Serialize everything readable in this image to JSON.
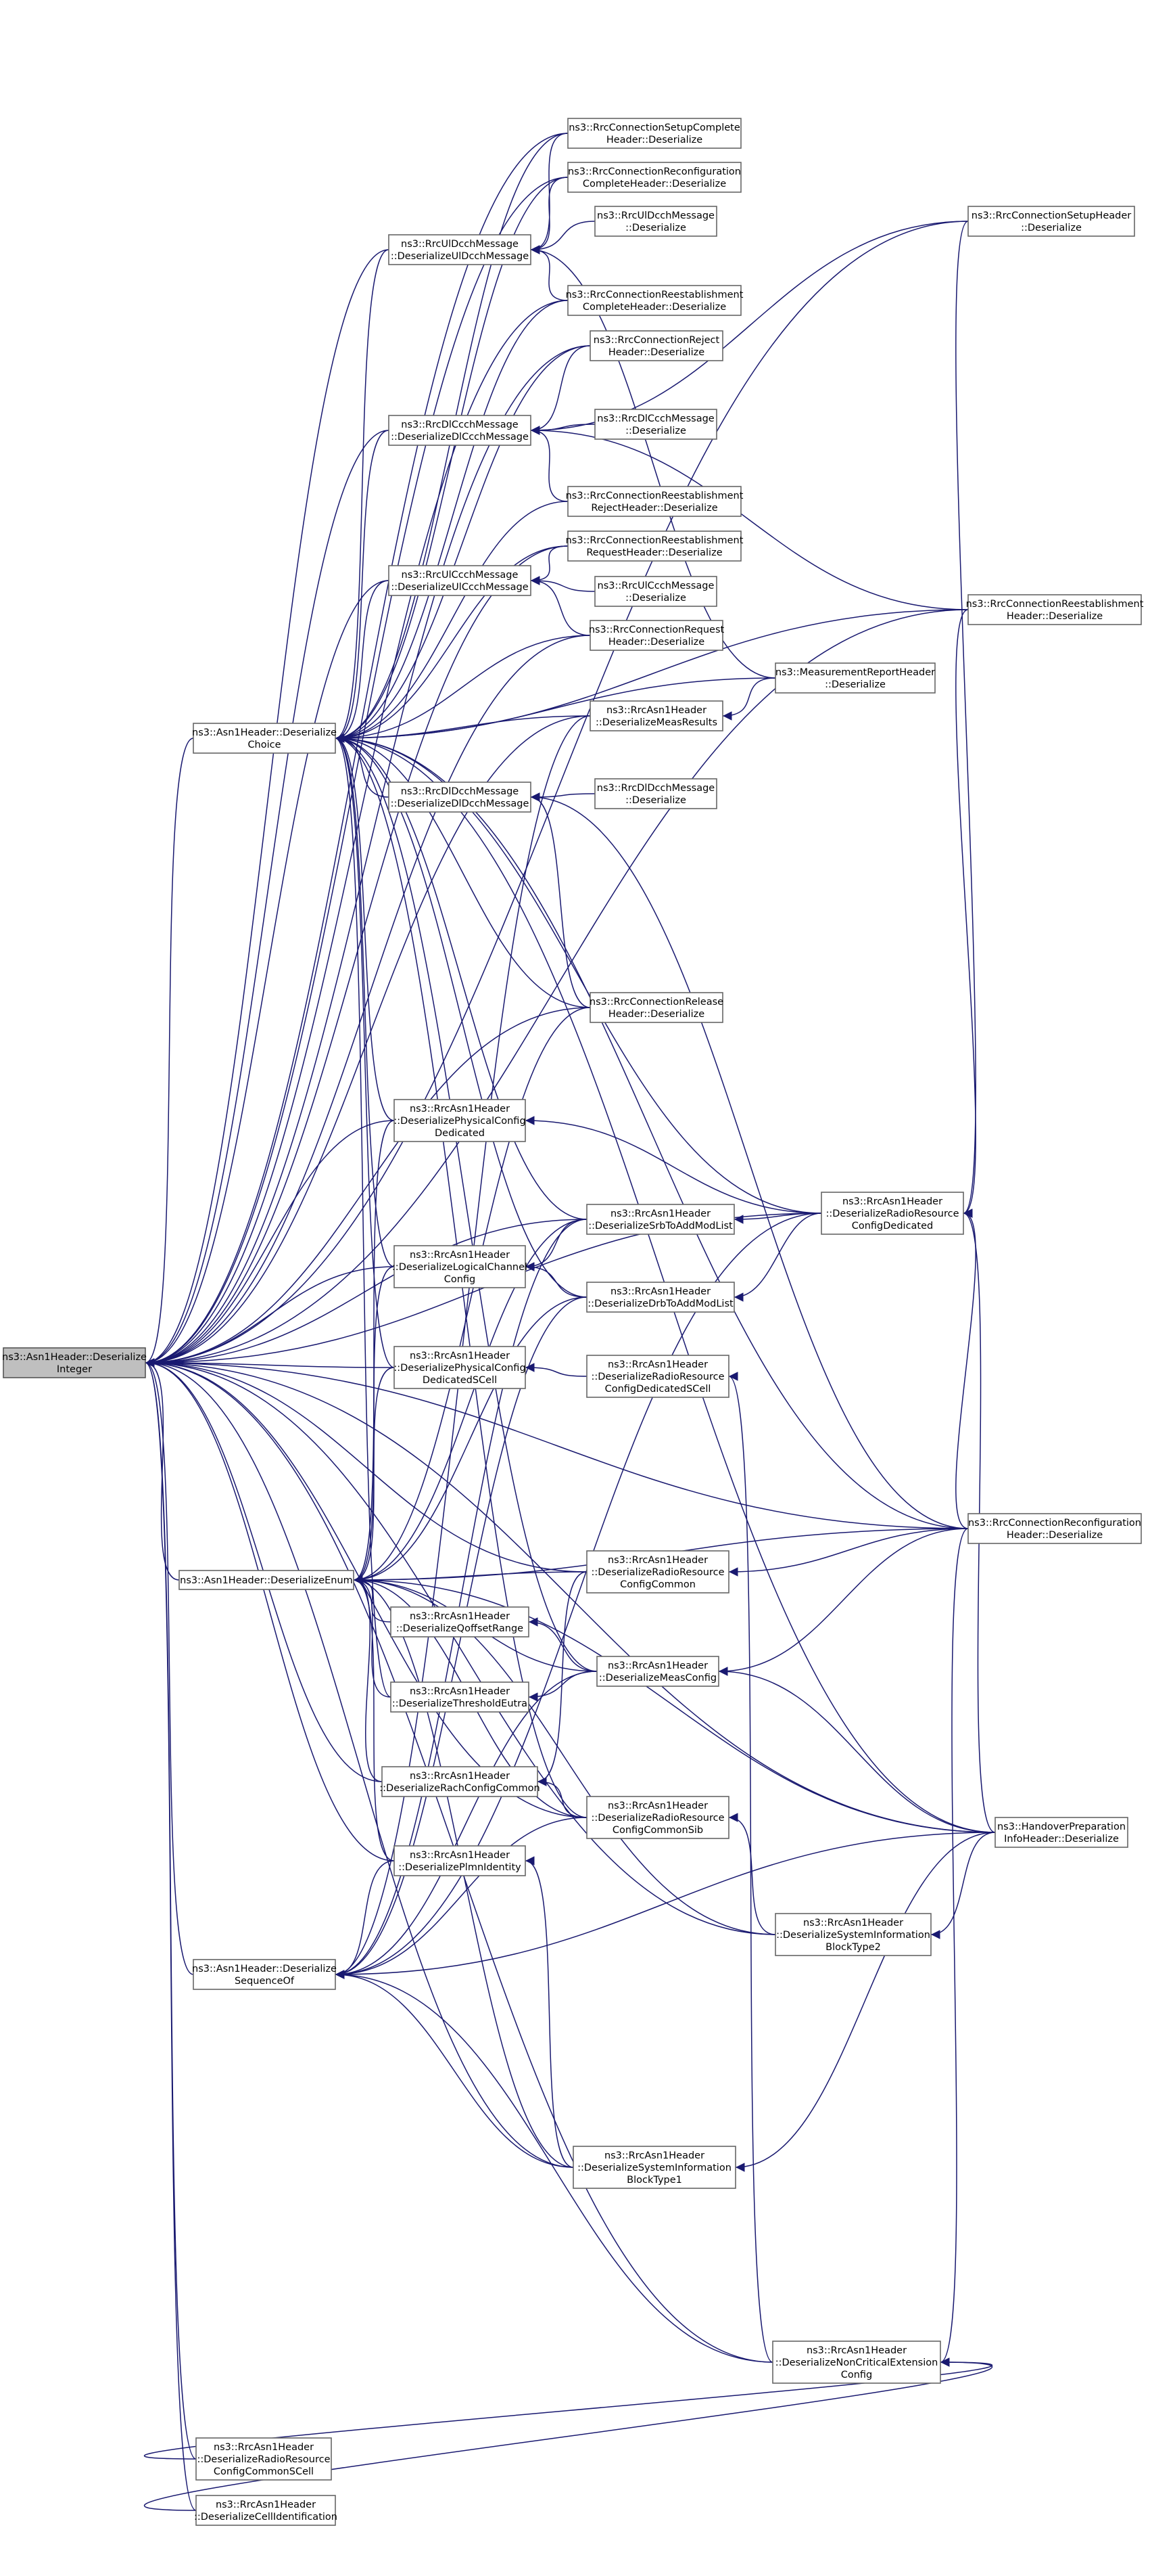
{
  "nodes": [
    {
      "id": "root",
      "lines": [
        "ns3::Asn1Header::Deserialize",
        "Integer"
      ]
    },
    {
      "id": "choice",
      "lines": [
        "ns3::Asn1Header::Deserialize",
        "Choice"
      ]
    },
    {
      "id": "enum",
      "lines": [
        "ns3::Asn1Header::DeserializeEnum"
      ]
    },
    {
      "id": "seqof",
      "lines": [
        "ns3::Asn1Header::Deserialize",
        "SequenceOf"
      ]
    },
    {
      "id": "rrcCommonScell",
      "lines": [
        "ns3::RrcAsn1Header",
        "::DeserializeRadioResource",
        "ConfigCommonSCell"
      ]
    },
    {
      "id": "cellId",
      "lines": [
        "ns3::RrcAsn1Header",
        "::DeserializeCellIdentification"
      ]
    },
    {
      "id": "ulDcch",
      "lines": [
        "ns3::RrcUlDcchMessage",
        "::DeserializeUlDcchMessage"
      ]
    },
    {
      "id": "dlCcch",
      "lines": [
        "ns3::RrcDlCcchMessage",
        "::DeserializeDlCcchMessage"
      ]
    },
    {
      "id": "ulCcch",
      "lines": [
        "ns3::RrcUlCcchMessage",
        "::DeserializeUlCcchMessage"
      ]
    },
    {
      "id": "dlDcch",
      "lines": [
        "ns3::RrcDlDcchMessage",
        "::DeserializeDlDcchMessage"
      ]
    },
    {
      "id": "physDed",
      "lines": [
        "ns3::RrcAsn1Header",
        "::DeserializePhysicalConfig",
        "Dedicated"
      ]
    },
    {
      "id": "logCh",
      "lines": [
        "ns3::RrcAsn1Header",
        "::DeserializeLogicalChannel",
        "Config"
      ]
    },
    {
      "id": "physDedScell",
      "lines": [
        "ns3::RrcAsn1Header",
        "::DeserializePhysicalConfig",
        "DedicatedSCell"
      ]
    },
    {
      "id": "qOffset",
      "lines": [
        "ns3::RrcAsn1Header",
        "::DeserializeQoffsetRange"
      ]
    },
    {
      "id": "thresh",
      "lines": [
        "ns3::RrcAsn1Header",
        "::DeserializeThresholdEutra"
      ]
    },
    {
      "id": "rach",
      "lines": [
        "ns3::RrcAsn1Header",
        "::DeserializeRachConfigCommon"
      ]
    },
    {
      "id": "plmn",
      "lines": [
        "ns3::RrcAsn1Header",
        "::DeserializePlmnIdentity"
      ]
    },
    {
      "id": "setupComplete",
      "lines": [
        "ns3::RrcConnectionSetupComplete",
        "Header::Deserialize"
      ]
    },
    {
      "id": "reconfComplete",
      "lines": [
        "ns3::RrcConnectionReconfiguration",
        "CompleteHeader::Deserialize"
      ]
    },
    {
      "id": "ulDcchDes",
      "lines": [
        "ns3::RrcUlDcchMessage",
        "::Deserialize"
      ]
    },
    {
      "id": "reestComplete",
      "lines": [
        "ns3::RrcConnectionReestablishment",
        "CompleteHeader::Deserialize"
      ]
    },
    {
      "id": "reject",
      "lines": [
        "ns3::RrcConnectionReject",
        "Header::Deserialize"
      ]
    },
    {
      "id": "dlCcchDes",
      "lines": [
        "ns3::RrcDlCcchMessage",
        "::Deserialize"
      ]
    },
    {
      "id": "reestReject",
      "lines": [
        "ns3::RrcConnectionReestablishment",
        "RejectHeader::Deserialize"
      ]
    },
    {
      "id": "reestRequest",
      "lines": [
        "ns3::RrcConnectionReestablishment",
        "RequestHeader::Deserialize"
      ]
    },
    {
      "id": "ulCcchDes",
      "lines": [
        "ns3::RrcUlCcchMessage",
        "::Deserialize"
      ]
    },
    {
      "id": "connRequest",
      "lines": [
        "ns3::RrcConnectionRequest",
        "Header::Deserialize"
      ]
    },
    {
      "id": "measResults",
      "lines": [
        "ns3::RrcAsn1Header",
        "::DeserializeMeasResults"
      ]
    },
    {
      "id": "dlDcchDes",
      "lines": [
        "ns3::RrcDlDcchMessage",
        "::Deserialize"
      ]
    },
    {
      "id": "release",
      "lines": [
        "ns3::RrcConnectionRelease",
        "Header::Deserialize"
      ]
    },
    {
      "id": "srb",
      "lines": [
        "ns3::RrcAsn1Header",
        "::DeserializeSrbToAddModList"
      ]
    },
    {
      "id": "drb",
      "lines": [
        "ns3::RrcAsn1Header",
        "::DeserializeDrbToAddModList"
      ]
    },
    {
      "id": "rrcDedScell",
      "lines": [
        "ns3::RrcAsn1Header",
        "::DeserializeRadioResource",
        "ConfigDedicatedSCell"
      ]
    },
    {
      "id": "rrcCommon",
      "lines": [
        "ns3::RrcAsn1Header",
        "::DeserializeRadioResource",
        "ConfigCommon"
      ]
    },
    {
      "id": "measConfig",
      "lines": [
        "ns3::RrcAsn1Header",
        "::DeserializeMeasConfig"
      ]
    },
    {
      "id": "rrcCommonSib",
      "lines": [
        "ns3::RrcAsn1Header",
        "::DeserializeRadioResource",
        "ConfigCommonSib"
      ]
    },
    {
      "id": "sib1",
      "lines": [
        "ns3::RrcAsn1Header",
        "::DeserializeSystemInformation",
        "BlockType1"
      ]
    },
    {
      "id": "measReport",
      "lines": [
        "ns3::MeasurementReportHeader",
        "::Deserialize"
      ]
    },
    {
      "id": "rrcDed",
      "lines": [
        "ns3::RrcAsn1Header",
        "::DeserializeRadioResource",
        "ConfigDedicated"
      ]
    },
    {
      "id": "sib2",
      "lines": [
        "ns3::RrcAsn1Header",
        "::DeserializeSystemInformation",
        "BlockType2"
      ]
    },
    {
      "id": "nonCrit",
      "lines": [
        "ns3::RrcAsn1Header",
        "::DeserializeNonCriticalExtension",
        "Config"
      ]
    },
    {
      "id": "setupHeader",
      "lines": [
        "ns3::RrcConnectionSetupHeader",
        "::Deserialize"
      ]
    },
    {
      "id": "reestHeader",
      "lines": [
        "ns3::RrcConnectionReestablishment",
        "Header::Deserialize"
      ]
    },
    {
      "id": "reconfHeader",
      "lines": [
        "ns3::RrcConnectionReconfiguration",
        "Header::Deserialize"
      ]
    },
    {
      "id": "handover",
      "lines": [
        "ns3::HandoverPreparation",
        "InfoHeader::Deserialize"
      ]
    }
  ],
  "edges": [
    [
      "choice",
      "root"
    ],
    [
      "enum",
      "root"
    ],
    [
      "seqof",
      "root"
    ],
    [
      "rrcCommonScell",
      "root"
    ],
    [
      "cellId",
      "root"
    ],
    [
      "setupComplete",
      "root"
    ],
    [
      "reconfComplete",
      "root"
    ],
    [
      "setupHeader",
      "root"
    ],
    [
      "reestComplete",
      "root"
    ],
    [
      "reject",
      "root"
    ],
    [
      "dlCcch",
      "root"
    ],
    [
      "ulDcch",
      "root"
    ],
    [
      "ulCcch",
      "root"
    ],
    [
      "reestRequest",
      "root"
    ],
    [
      "connRequest",
      "root"
    ],
    [
      "measResults",
      "root"
    ],
    [
      "release",
      "root"
    ],
    [
      "physDed",
      "root"
    ],
    [
      "rrcDed",
      "root"
    ],
    [
      "srb",
      "root"
    ],
    [
      "logCh",
      "root"
    ],
    [
      "physDedScell",
      "root"
    ],
    [
      "rrcCommon",
      "root"
    ],
    [
      "rach",
      "root"
    ],
    [
      "plmn",
      "root"
    ],
    [
      "sib1",
      "root"
    ],
    [
      "rrcCommonSib",
      "root"
    ],
    [
      "nonCrit",
      "root"
    ],
    [
      "handover",
      "root"
    ],
    [
      "reconfHeader",
      "root"
    ],
    [
      "sib2",
      "root"
    ],
    [
      "reestHeader",
      "root"
    ],
    [
      "ulDcch",
      "choice"
    ],
    [
      "dlCcch",
      "choice"
    ],
    [
      "ulCcch",
      "choice"
    ],
    [
      "dlDcch",
      "choice"
    ],
    [
      "setupComplete",
      "choice"
    ],
    [
      "reconfComplete",
      "choice"
    ],
    [
      "reestComplete",
      "choice"
    ],
    [
      "reject",
      "choice"
    ],
    [
      "reestReject",
      "choice"
    ],
    [
      "reestRequest",
      "choice"
    ],
    [
      "connRequest",
      "choice"
    ],
    [
      "measResults",
      "choice"
    ],
    [
      "measReport",
      "choice"
    ],
    [
      "release",
      "choice"
    ],
    [
      "physDed",
      "choice"
    ],
    [
      "logCh",
      "choice"
    ],
    [
      "physDedScell",
      "choice"
    ],
    [
      "srb",
      "choice"
    ],
    [
      "drb",
      "choice"
    ],
    [
      "rrcDed",
      "choice"
    ],
    [
      "thresh",
      "choice"
    ],
    [
      "measConfig",
      "choice"
    ],
    [
      "rrcCommonSib",
      "choice"
    ],
    [
      "reestHeader",
      "choice"
    ],
    [
      "reconfHeader",
      "choice"
    ],
    [
      "handover",
      "choice"
    ],
    [
      "physDed",
      "enum"
    ],
    [
      "logCh",
      "enum"
    ],
    [
      "physDedScell",
      "enum"
    ],
    [
      "qOffset",
      "enum"
    ],
    [
      "thresh",
      "enum"
    ],
    [
      "rach",
      "enum"
    ],
    [
      "plmn",
      "enum"
    ],
    [
      "srb",
      "enum"
    ],
    [
      "drb",
      "enum"
    ],
    [
      "rrcCommon",
      "enum"
    ],
    [
      "measConfig",
      "enum"
    ],
    [
      "rrcCommonSib",
      "enum"
    ],
    [
      "sib1",
      "enum"
    ],
    [
      "sib2",
      "enum"
    ],
    [
      "release",
      "enum"
    ],
    [
      "reconfHeader",
      "enum"
    ],
    [
      "handover",
      "enum"
    ],
    [
      "plmn",
      "seqof"
    ],
    [
      "srb",
      "seqof"
    ],
    [
      "drb",
      "seqof"
    ],
    [
      "measConfig",
      "seqof"
    ],
    [
      "sib1",
      "seqof"
    ],
    [
      "rrcDed",
      "seqof"
    ],
    [
      "nonCrit",
      "seqof"
    ],
    [
      "rrcCommonSib",
      "seqof"
    ],
    [
      "handover",
      "seqof"
    ],
    [
      "measResults",
      "seqof"
    ],
    [
      "setupComplete",
      "ulDcch"
    ],
    [
      "reconfComplete",
      "ulDcch"
    ],
    [
      "ulDcchDes",
      "ulDcch"
    ],
    [
      "reestComplete",
      "ulDcch"
    ],
    [
      "measReport",
      "ulDcch"
    ],
    [
      "reject",
      "dlCcch"
    ],
    [
      "dlCcchDes",
      "dlCcch"
    ],
    [
      "reestReject",
      "dlCcch"
    ],
    [
      "setupHeader",
      "dlCcch"
    ],
    [
      "reestHeader",
      "dlCcch"
    ],
    [
      "reestRequest",
      "ulCcch"
    ],
    [
      "ulCcchDes",
      "ulCcch"
    ],
    [
      "connRequest",
      "ulCcch"
    ],
    [
      "dlDcchDes",
      "dlDcch"
    ],
    [
      "release",
      "dlDcch"
    ],
    [
      "reconfHeader",
      "dlDcch"
    ],
    [
      "measReport",
      "measResults"
    ],
    [
      "rrcDed",
      "physDed"
    ],
    [
      "rrcDed",
      "srb"
    ],
    [
      "rrcDed",
      "drb"
    ],
    [
      "srb",
      "logCh"
    ],
    [
      "drb",
      "logCh"
    ],
    [
      "rrcDedScell",
      "physDedScell"
    ],
    [
      "nonCrit",
      "rrcDedScell"
    ],
    [
      "setupHeader",
      "rrcDed"
    ],
    [
      "reestHeader",
      "rrcDed"
    ],
    [
      "reconfHeader",
      "rrcDed"
    ],
    [
      "handover",
      "rrcDed"
    ],
    [
      "reconfHeader",
      "rrcCommon"
    ],
    [
      "rrcCommon",
      "rach"
    ],
    [
      "rrcCommonSib",
      "rach"
    ],
    [
      "measConfig",
      "qOffset"
    ],
    [
      "measConfig",
      "thresh"
    ],
    [
      "reconfHeader",
      "measConfig"
    ],
    [
      "handover",
      "measConfig"
    ],
    [
      "sib2",
      "rrcCommonSib"
    ],
    [
      "sib1",
      "plmn"
    ],
    [
      "handover",
      "sib1"
    ],
    [
      "handover",
      "sib2"
    ],
    [
      "reconfHeader",
      "nonCrit"
    ],
    [
      "rrcCommonScell",
      "nonCrit"
    ],
    [
      "cellId",
      "nonCrit"
    ]
  ]
}
